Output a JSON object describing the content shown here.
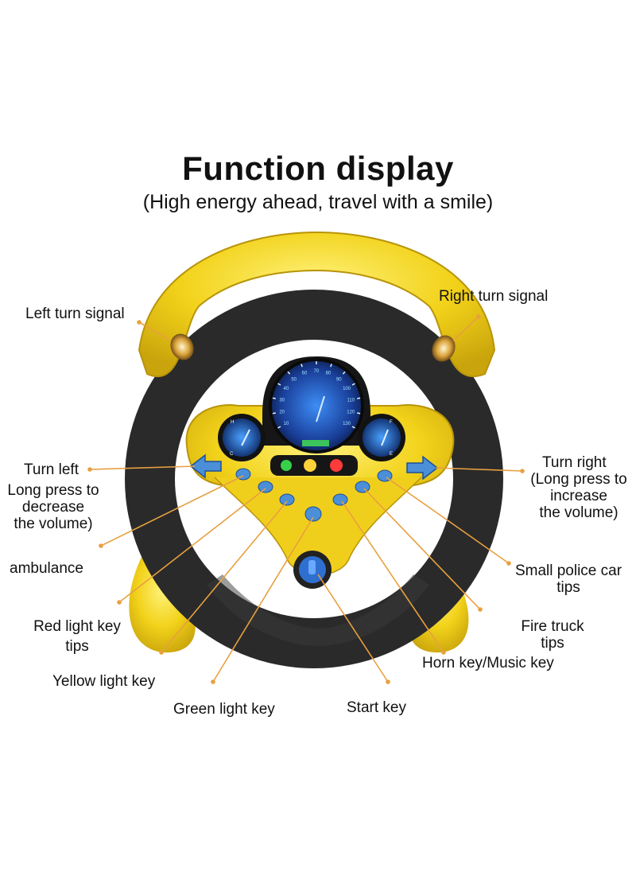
{
  "title": "Function display",
  "subtitle": "(High energy ahead, travel with a smile)",
  "labels": {
    "left_turn_signal": "Left turn signal",
    "right_turn_signal": "Right turn signal",
    "turn_left": "Turn left",
    "turn_left_desc": [
      "Long press to",
      "decrease",
      "the volume)"
    ],
    "turn_right": "Turn right",
    "turn_right_desc": [
      "(Long press to",
      "increase",
      "the volume)"
    ],
    "ambulance": "ambulance",
    "small_police_car": [
      "Small police car",
      "tips"
    ],
    "red_light_key": [
      "Red light key",
      "tips"
    ],
    "fire_truck": [
      "Fire truck",
      "tips"
    ],
    "horn_key": "Horn key/Music key",
    "yellow_light_key": "Yellow light key",
    "green_light_key": "Green light key",
    "start_key": "Start key"
  },
  "speedometer": {
    "ticks": [
      "10",
      "20",
      "30",
      "40",
      "50",
      "60",
      "70",
      "80",
      "90",
      "100",
      "110",
      "120",
      "130"
    ],
    "gauge_left_letters": [
      "H",
      "C"
    ],
    "gauge_right_letters": [
      "F",
      "E"
    ]
  },
  "colors": {
    "wheel_yellow": "#f2d21a",
    "grip_black": "#2a2a2a",
    "leader_orange": "#e8a040",
    "dash_blue": "#1c4fa8",
    "button_blue": "#4a8fd8"
  }
}
